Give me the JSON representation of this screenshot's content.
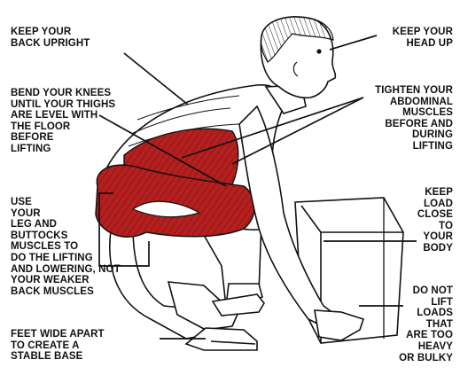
{
  "labels": {
    "back_upright": "KEEP YOUR\nBACK UPRIGHT",
    "head_up": "KEEP YOUR\nHEAD UP",
    "bend_knees": "BEND YOUR KNEES\nUNTIL YOUR THIGHS\nARE LEVEL WITH\nTHE FLOOR\nBEFORE\nLIFTING",
    "abdominal": "TIGHTEN YOUR\nABDOMINAL\nMUSCLES\nBEFORE AND\nDURING\nLIFTING",
    "use_legs": "USE\nYOUR\nLEG AND\nBUTTOCKS\nMUSCLES TO\nDO THE LIFTING\nAND LOWERING, NOT\nYOUR WEAKER\nBACK MUSCLES",
    "keep_load": "KEEP\nLOAD\nCLOSE\nTO\nYOUR\nBODY",
    "do_not_lift": "DO NOT\nLIFT\nLOADS\nTHAT\nARE TOO\nHEAVY\nOR BULKY",
    "feet_wide": "FEET WIDE APART\nTO CREATE A\nSTABLE BASE"
  },
  "colors": {
    "muscle": "#b3201f",
    "muscle_dark": "#7a1010",
    "ink": "#111111",
    "skin": "#ffffff"
  }
}
